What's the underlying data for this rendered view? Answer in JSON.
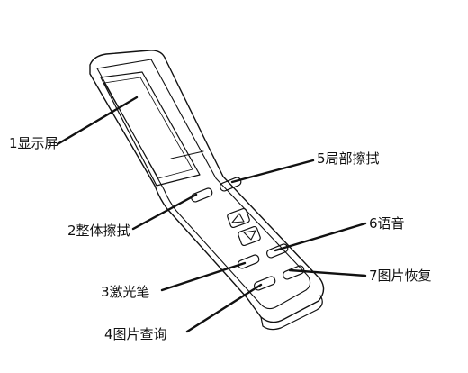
{
  "labels": {
    "display": "1显示屏",
    "full_erase": "2整体擦拭",
    "laser_pen": "3激光笔",
    "image_query": "4图片查询",
    "partial_erase": "5局部擦拭",
    "voice": "6语音",
    "image_restore": "7图片恢复"
  },
  "icons": {
    "up_button": "triangle-up-icon",
    "down_button": "triangle-down-icon"
  },
  "colors": {
    "line": "#111111",
    "background": "#ffffff"
  }
}
